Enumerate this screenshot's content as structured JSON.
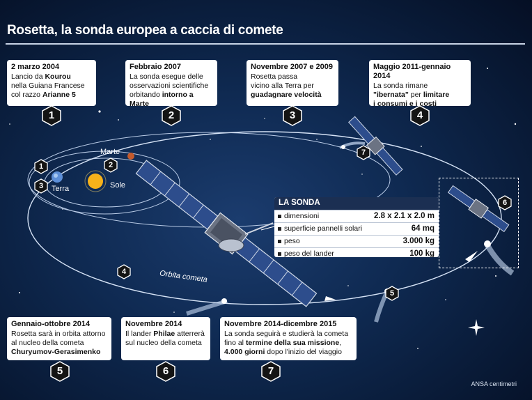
{
  "title": "Rosetta, la sonda europea a caccia di comete",
  "steps": [
    {
      "num": "1",
      "date": "2 marzo 2004",
      "l1": "Lancio da ",
      "b1": "Kourou",
      "l2": "nella Guiana Francese",
      "l3": "col razzo ",
      "b3": "Arianne 5"
    },
    {
      "num": "2",
      "date": "Febbraio 2007",
      "l1": "La sonda esegue delle",
      "l2": "osservazioni scientifiche",
      "l3": "orbitando ",
      "b3": "intorno a Marte"
    },
    {
      "num": "3",
      "date": "Novembre 2007 e 2009",
      "l1": "Rosetta passa",
      "l2": "vicino alla Terra per",
      "b3": "guadagnare velocità"
    },
    {
      "num": "4",
      "date": "Maggio 2011-gennaio 2014",
      "l1": "La sonda rimane",
      "b2a": "\"ibernata\"",
      "l2": " per ",
      "b2b": "limitare",
      "b3": "i consumi e i costi"
    },
    {
      "num": "5",
      "date": "Gennaio-ottobre 2014",
      "l1": "Rosetta sarà in orbita attorno",
      "l2": "al nucleo della cometa",
      "b3": "Churyumov-Gerasimenko"
    },
    {
      "num": "6",
      "date": "Novembre 2014",
      "l1": "Il lander ",
      "b1": "Philae",
      "l1b": " atterrerà",
      "l2": "sul nucleo della cometa"
    },
    {
      "num": "7",
      "date": "Novembre 2014-dicembre 2015",
      "l1": "La sonda seguirà e studierà la cometa",
      "l2a": "fino al ",
      "b2": "termine della sua missione",
      "l2b": ",",
      "b3": "4.000 giorni",
      "l3": " dopo l'inizio del viaggio"
    }
  ],
  "labels": {
    "mars": "Marte",
    "earth": "Terra",
    "sun": "Sole",
    "comet_orbit": "Orbita cometa"
  },
  "sonda": {
    "heading": "LA SONDA",
    "rows": [
      {
        "k": "dimensioni",
        "v": "2.8 x 2.1 x 2.0 m"
      },
      {
        "k": "superficie pannelli solari",
        "v": "64 mq"
      },
      {
        "k": "peso",
        "v": "3.000 kg"
      },
      {
        "k": "peso del lander",
        "v": "100 kg"
      }
    ]
  },
  "credit": "ANSA centimetri",
  "colors": {
    "hex": "#141414",
    "box": "#ffffff",
    "sonda_header": "#1b2f52",
    "orbit": "#c8d8f0"
  }
}
